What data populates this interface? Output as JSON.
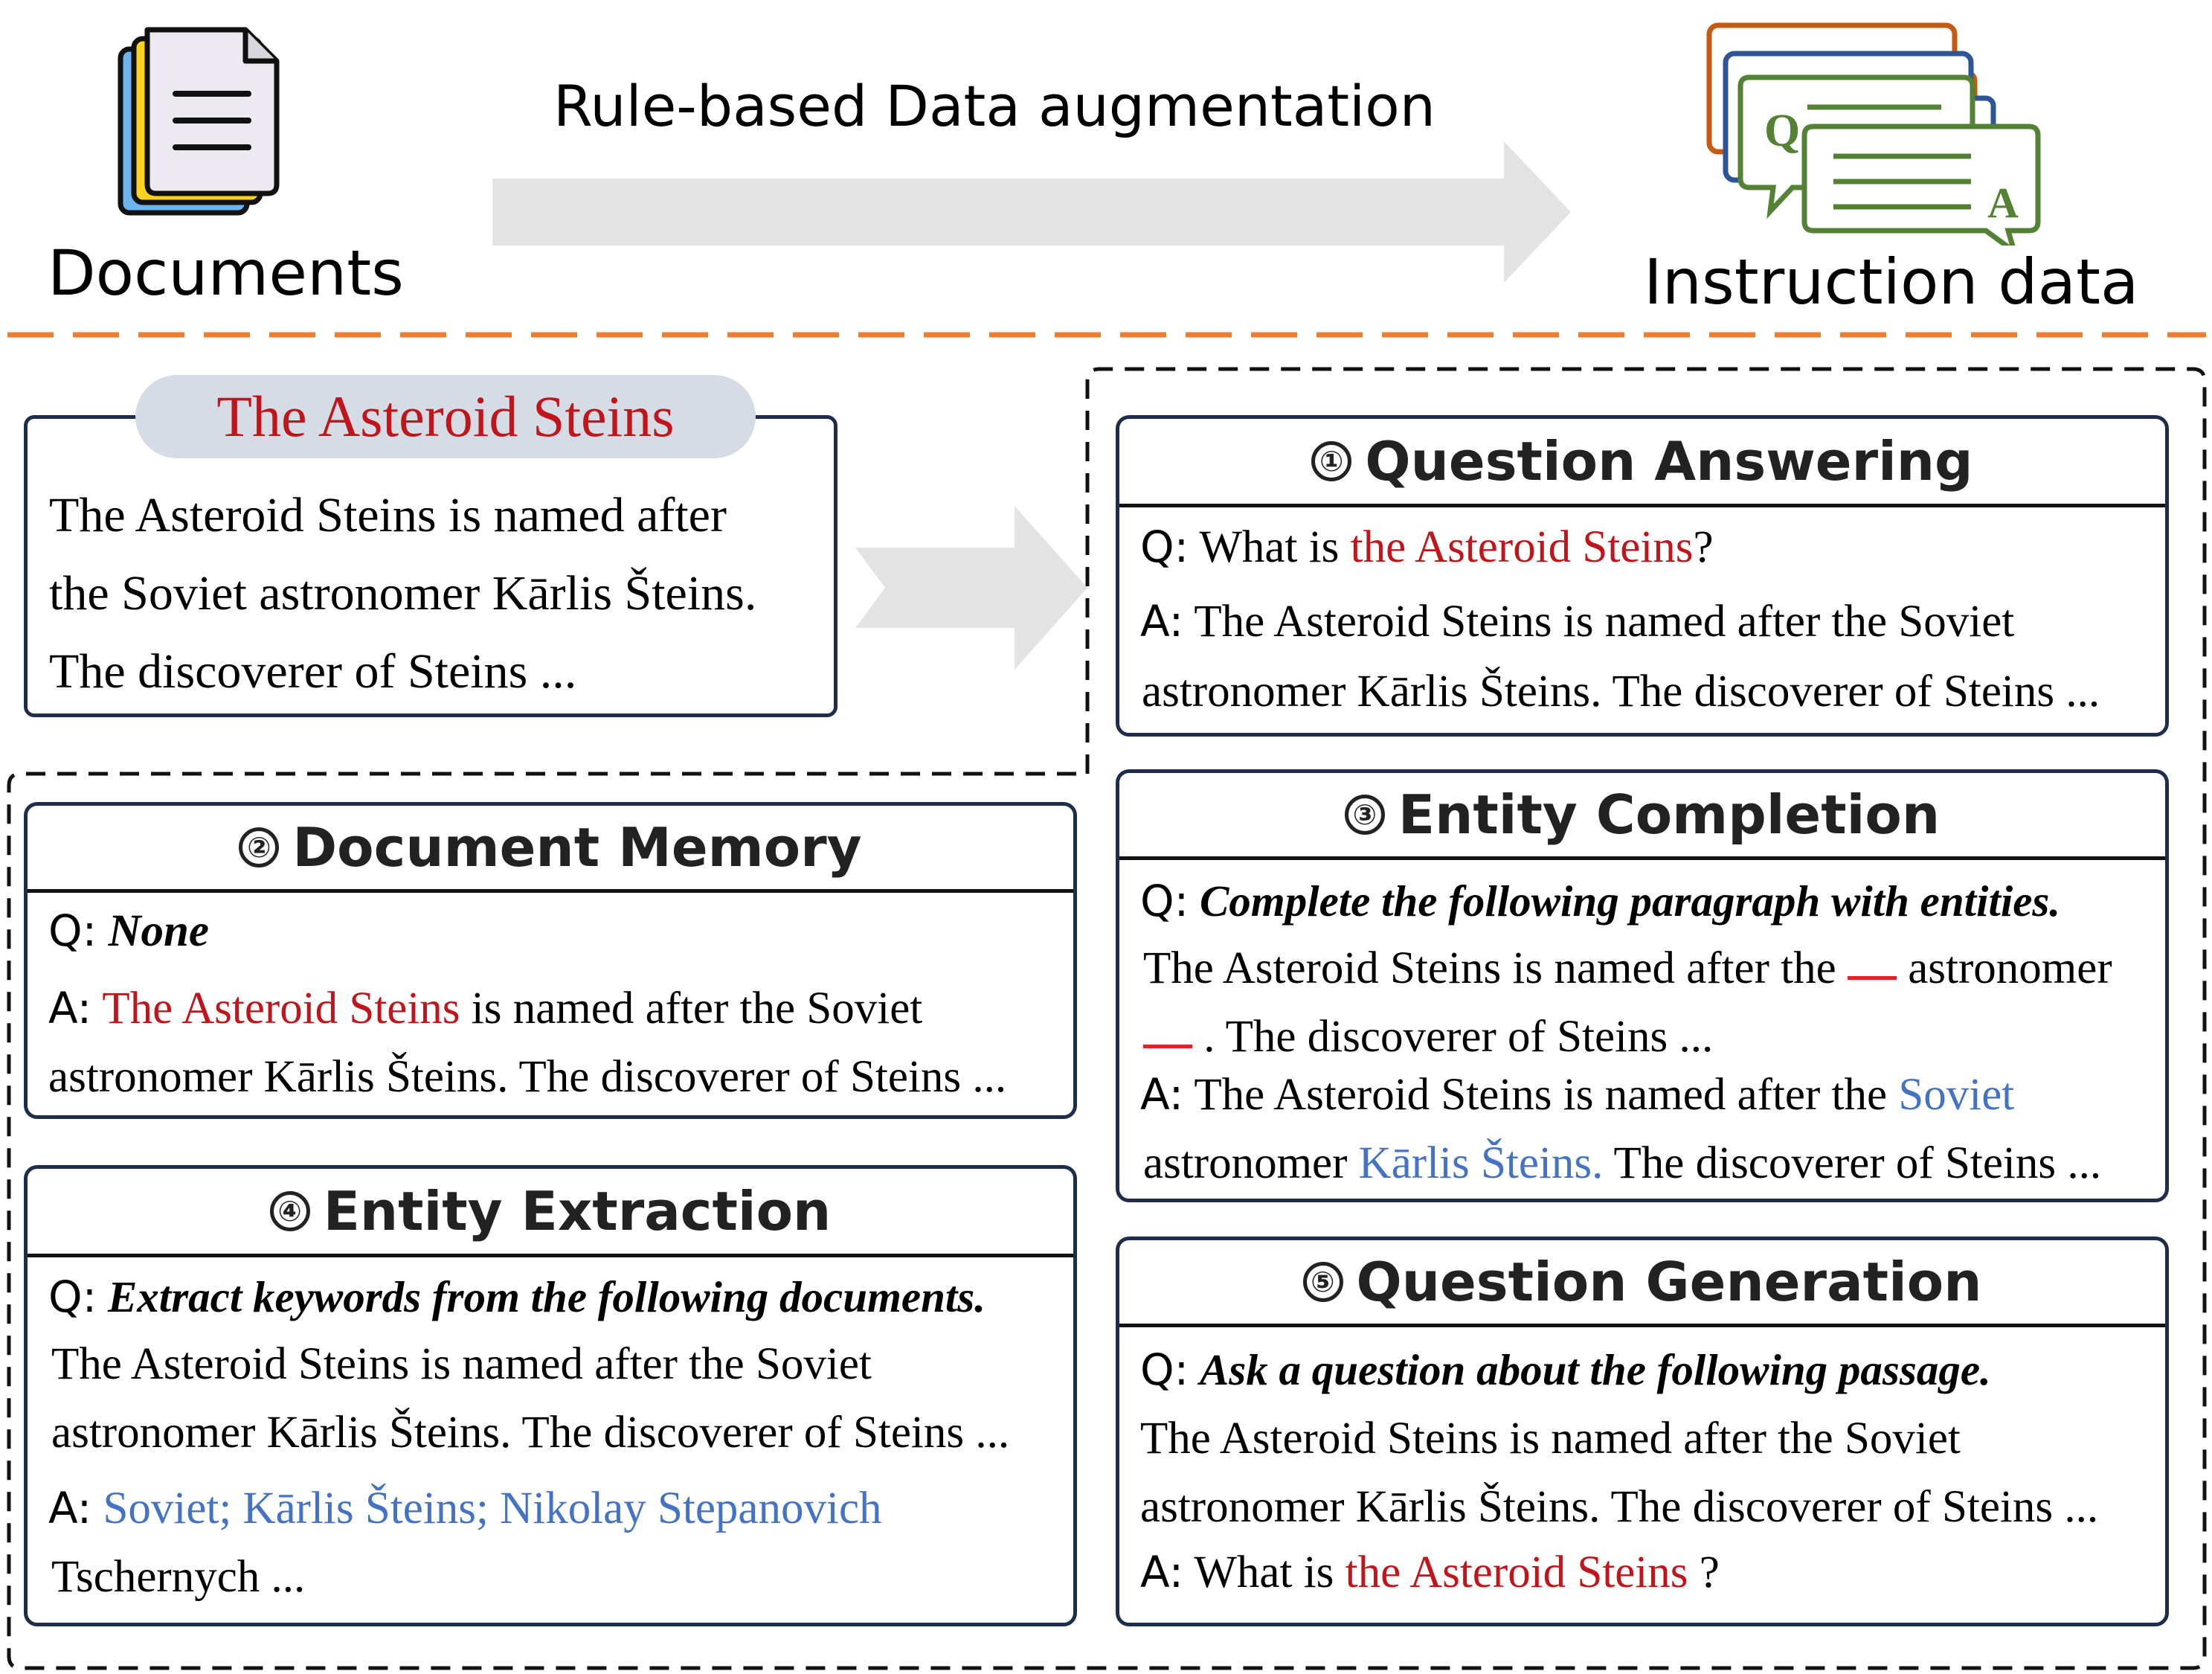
{
  "header": {
    "documents_label": "Documents",
    "augmentation_label": "Rule-based Data augmentation",
    "instruction_label": "Instruction data",
    "q_letter": "Q",
    "a_letter": "A"
  },
  "source_doc": {
    "title": "The Asteroid Steins",
    "lines": [
      "The Asteroid Steins is named after",
      "the Soviet astronomer Kārlis Šteins.",
      "The discoverer of Steins ..."
    ]
  },
  "tasks": {
    "qa": {
      "num": "①",
      "title": "Question Answering",
      "q_prefix": "Q:",
      "q_text": "What is ",
      "q_entity": "the Asteroid Steins",
      "q_end": "?",
      "a_prefix": "A:",
      "a_line1": "The Asteroid Steins is named after the Soviet",
      "a_line2": "astronomer Kārlis Šteins. The discoverer of Steins ..."
    },
    "memory": {
      "num": "②",
      "title": "Document Memory",
      "q_prefix": "Q:",
      "q_text": "None",
      "a_prefix": "A:",
      "a_entity": "The Asteroid Steins",
      "a_line1_rest": " is named after the Soviet",
      "a_line2": "astronomer Kārlis Šteins. The discoverer of Steins ..."
    },
    "completion": {
      "num": "③",
      "title": "Entity Completion",
      "q_prefix": "Q:",
      "q_text": "Complete the following paragraph with entities.",
      "p_line1": "The Asteroid Steins is named after the",
      "p_line1_end": "astronomer",
      "p_line2": ". The discoverer of Steins ...",
      "a_prefix": "A:",
      "a_line1": "The Asteroid Steins is named after the ",
      "a_entity1": "Soviet",
      "a_line2_start": "astronomer ",
      "a_entity2": "Kārlis Šteins.",
      "a_line2_end": " The discoverer of Steins ..."
    },
    "extraction": {
      "num": "④",
      "title": "Entity Extraction",
      "q_prefix": "Q:",
      "q_text": "Extract keywords from the following documents.",
      "p_line1": "The Asteroid Steins is named after the Soviet",
      "p_line2": "astronomer Kārlis Šteins. The discoverer of Steins ...",
      "a_prefix": "A:",
      "a_line1": "Soviet; Kārlis Šteins; Nikolay Stepanovich",
      "a_line2": "Tschernych ..."
    },
    "generation": {
      "num": "⑤",
      "title": "Question Generation",
      "q_prefix": "Q:",
      "q_text": "Ask a question about the following passage.",
      "p_line1": "The Asteroid Steins is named after the Soviet",
      "p_line2": "astronomer Kārlis Šteins. The discoverer of Steins ...",
      "a_prefix": "A:",
      "a_text": "What is ",
      "a_entity": "the Asteroid Steins",
      "a_end": " ?"
    }
  },
  "colors": {
    "entity_red": "#c0161b",
    "entity_blue": "#4472c4",
    "divider_orange": "#ed7d31",
    "box_border": "#1f2d4d",
    "arrow_gray": "#e3e3e3"
  }
}
